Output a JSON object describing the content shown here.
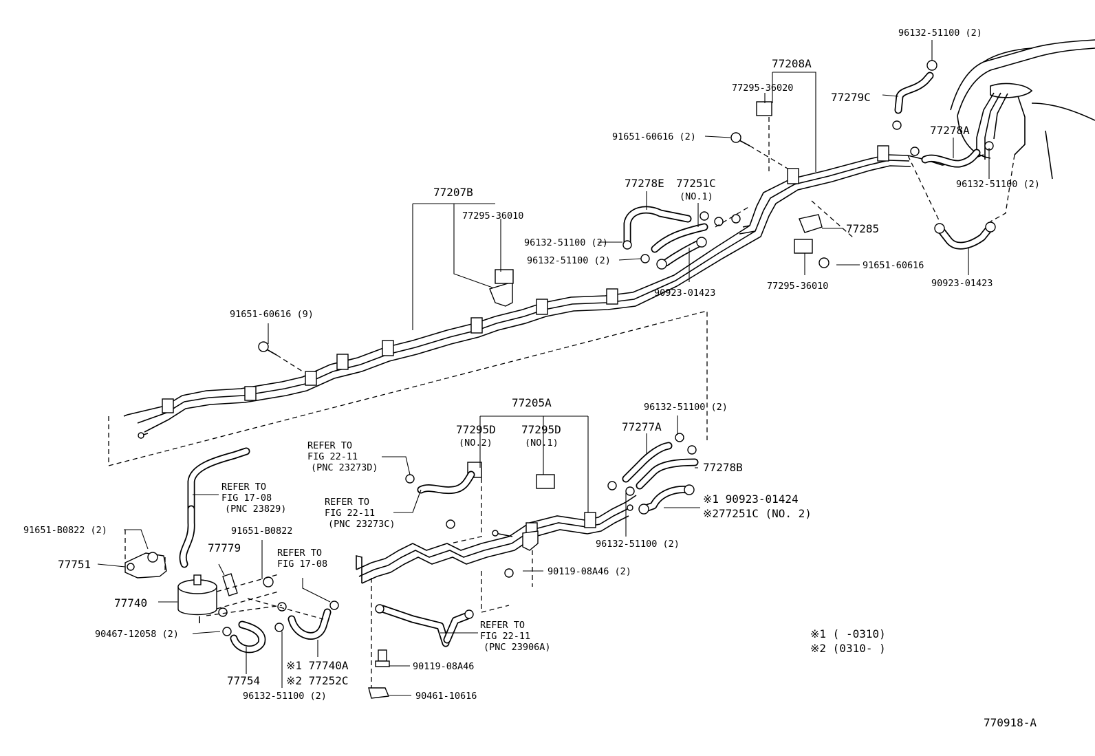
{
  "labels": {
    "p96132_top": "96132-51100 (2)",
    "p77208A": "77208A",
    "p77295_36020": "77295-36020",
    "p77279C": "77279C",
    "p91651_60616_2": "91651-60616 (2)",
    "p77278A": "77278A",
    "p96132_right": "96132-51100 (2)",
    "p77207B": "77207B",
    "p77295_36010_top": "77295-36010",
    "p77278E": "77278E",
    "p77251C": "77251C",
    "p77251C_no1": "(NO.1)",
    "p96132_mid1": "96132-51100 (2)",
    "p96132_mid2": "96132-51100 (2)",
    "p77285": "77285",
    "p91651_60616_r": "91651-60616",
    "p90923_01423_a": "90923-01423",
    "p77295_36010_mid": "77295-36010",
    "p90923_01423_b": "90923-01423",
    "p91651_60616_9": "91651-60616 (9)",
    "p77205A": "77205A",
    "p96132_low_r": "96132-51100 (2)",
    "p77295D_no2": "77295D",
    "p77295D_no2_sub": "(NO.2)",
    "p77295D_no1": "77295D",
    "p77295D_no1_sub": "(NO.1)",
    "p77277A": "77277A",
    "p77278B": "77278B",
    "refer_22_11_a_1": "REFER TO",
    "refer_22_11_a_2": "FIG 22-11",
    "refer_22_11_a_3": "(PNC 23273D)",
    "refer_17_08_a_1": "REFER TO",
    "refer_17_08_a_2": "FIG 17-08",
    "refer_17_08_a_3": "(PNC 23829)",
    "refer_22_11_b_1": "REFER TO",
    "refer_22_11_b_2": "FIG 22-11",
    "refer_22_11_b_3": "(PNC 23273C)",
    "p1_90923_01424": "※1 90923-01424",
    "p2_277251C": "※277251C (NO. 2)",
    "p91651_B0822_2": "91651-B0822 (2)",
    "p91651_B0822": "91651-B0822",
    "p77779": "77779",
    "refer_17_08_b_1": "REFER TO",
    "refer_17_08_b_2": "FIG 17-08",
    "p96132_low_mid": "96132-51100 (2)",
    "p90119_08A46_2": "90119-08A46 (2)",
    "p77751": "77751",
    "p77740": "77740",
    "refer_22_11_c_1": "REFER TO",
    "refer_22_11_c_2": "FIG 22-11",
    "refer_22_11_c_3": "(PNC 23906A)",
    "p90467_12058": "90467-12058 (2)",
    "p1_77740A": "※1 77740A",
    "p2_77252C": "※2 77252C",
    "p77754": "77754",
    "p90119_08A46": "90119-08A46",
    "p96132_bottom": "96132-51100 (2)",
    "p90461_10616": "90461-10616",
    "note1": "※1 (      -0310)",
    "note2": "※2 (0310-      )",
    "fig_id": "770918-A"
  }
}
